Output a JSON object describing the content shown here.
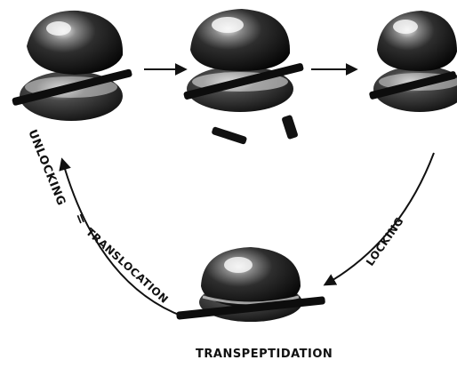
{
  "diagram": {
    "labels": {
      "unlocking": "UNLOCKING",
      "equals": "=",
      "translocation": "TRANSLOCATION",
      "locking": "LOCKING",
      "transpeptidation": "TRANSPEPTIDATION"
    },
    "colors": {
      "ink": "#111111",
      "background": "#ffffff",
      "sphere_dark": "#0a0a0a",
      "sphere_mid": "#3a3a3a",
      "highlight": "#f2f2f2"
    },
    "ribosome_states": [
      "open-ribosome",
      "ribosome-releasing-fragments",
      "ribosome-closing",
      "locked-ribosome"
    ]
  }
}
